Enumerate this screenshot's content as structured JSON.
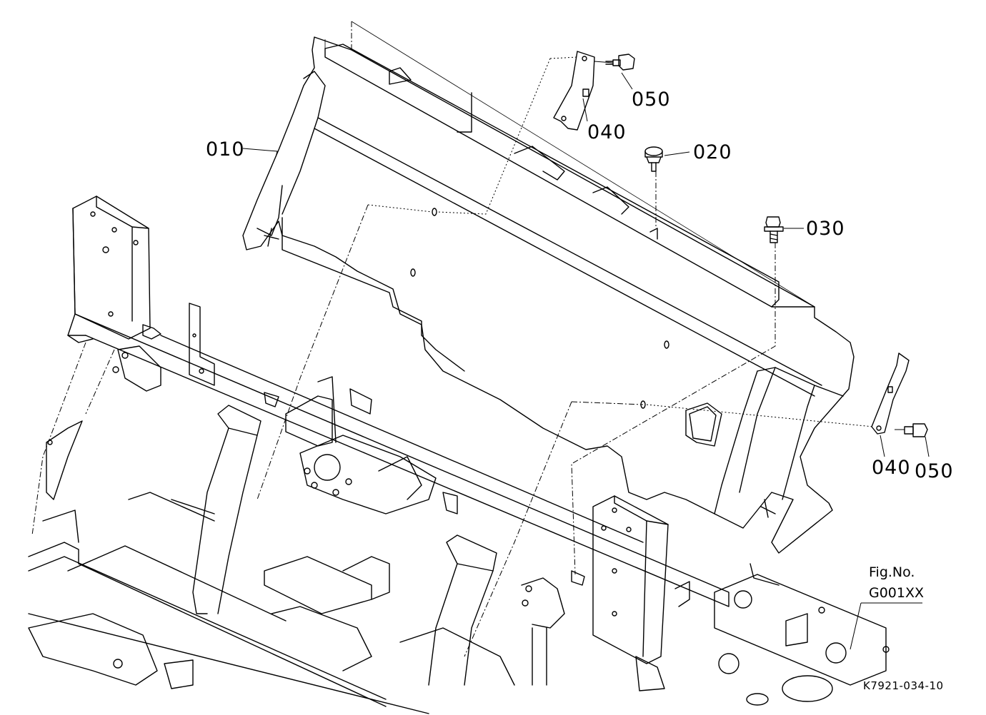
{
  "callouts": {
    "c010": "010",
    "c020": "020",
    "c030": "030",
    "c040_top": "040",
    "c050_top": "050",
    "c040_right": "040",
    "c050_right": "050"
  },
  "figure": {
    "label": "Fig.No.",
    "number": "G001XX"
  },
  "drawing_code": "K7921-034-10",
  "colors": {
    "ink": "#000000",
    "paper": "#ffffff"
  }
}
